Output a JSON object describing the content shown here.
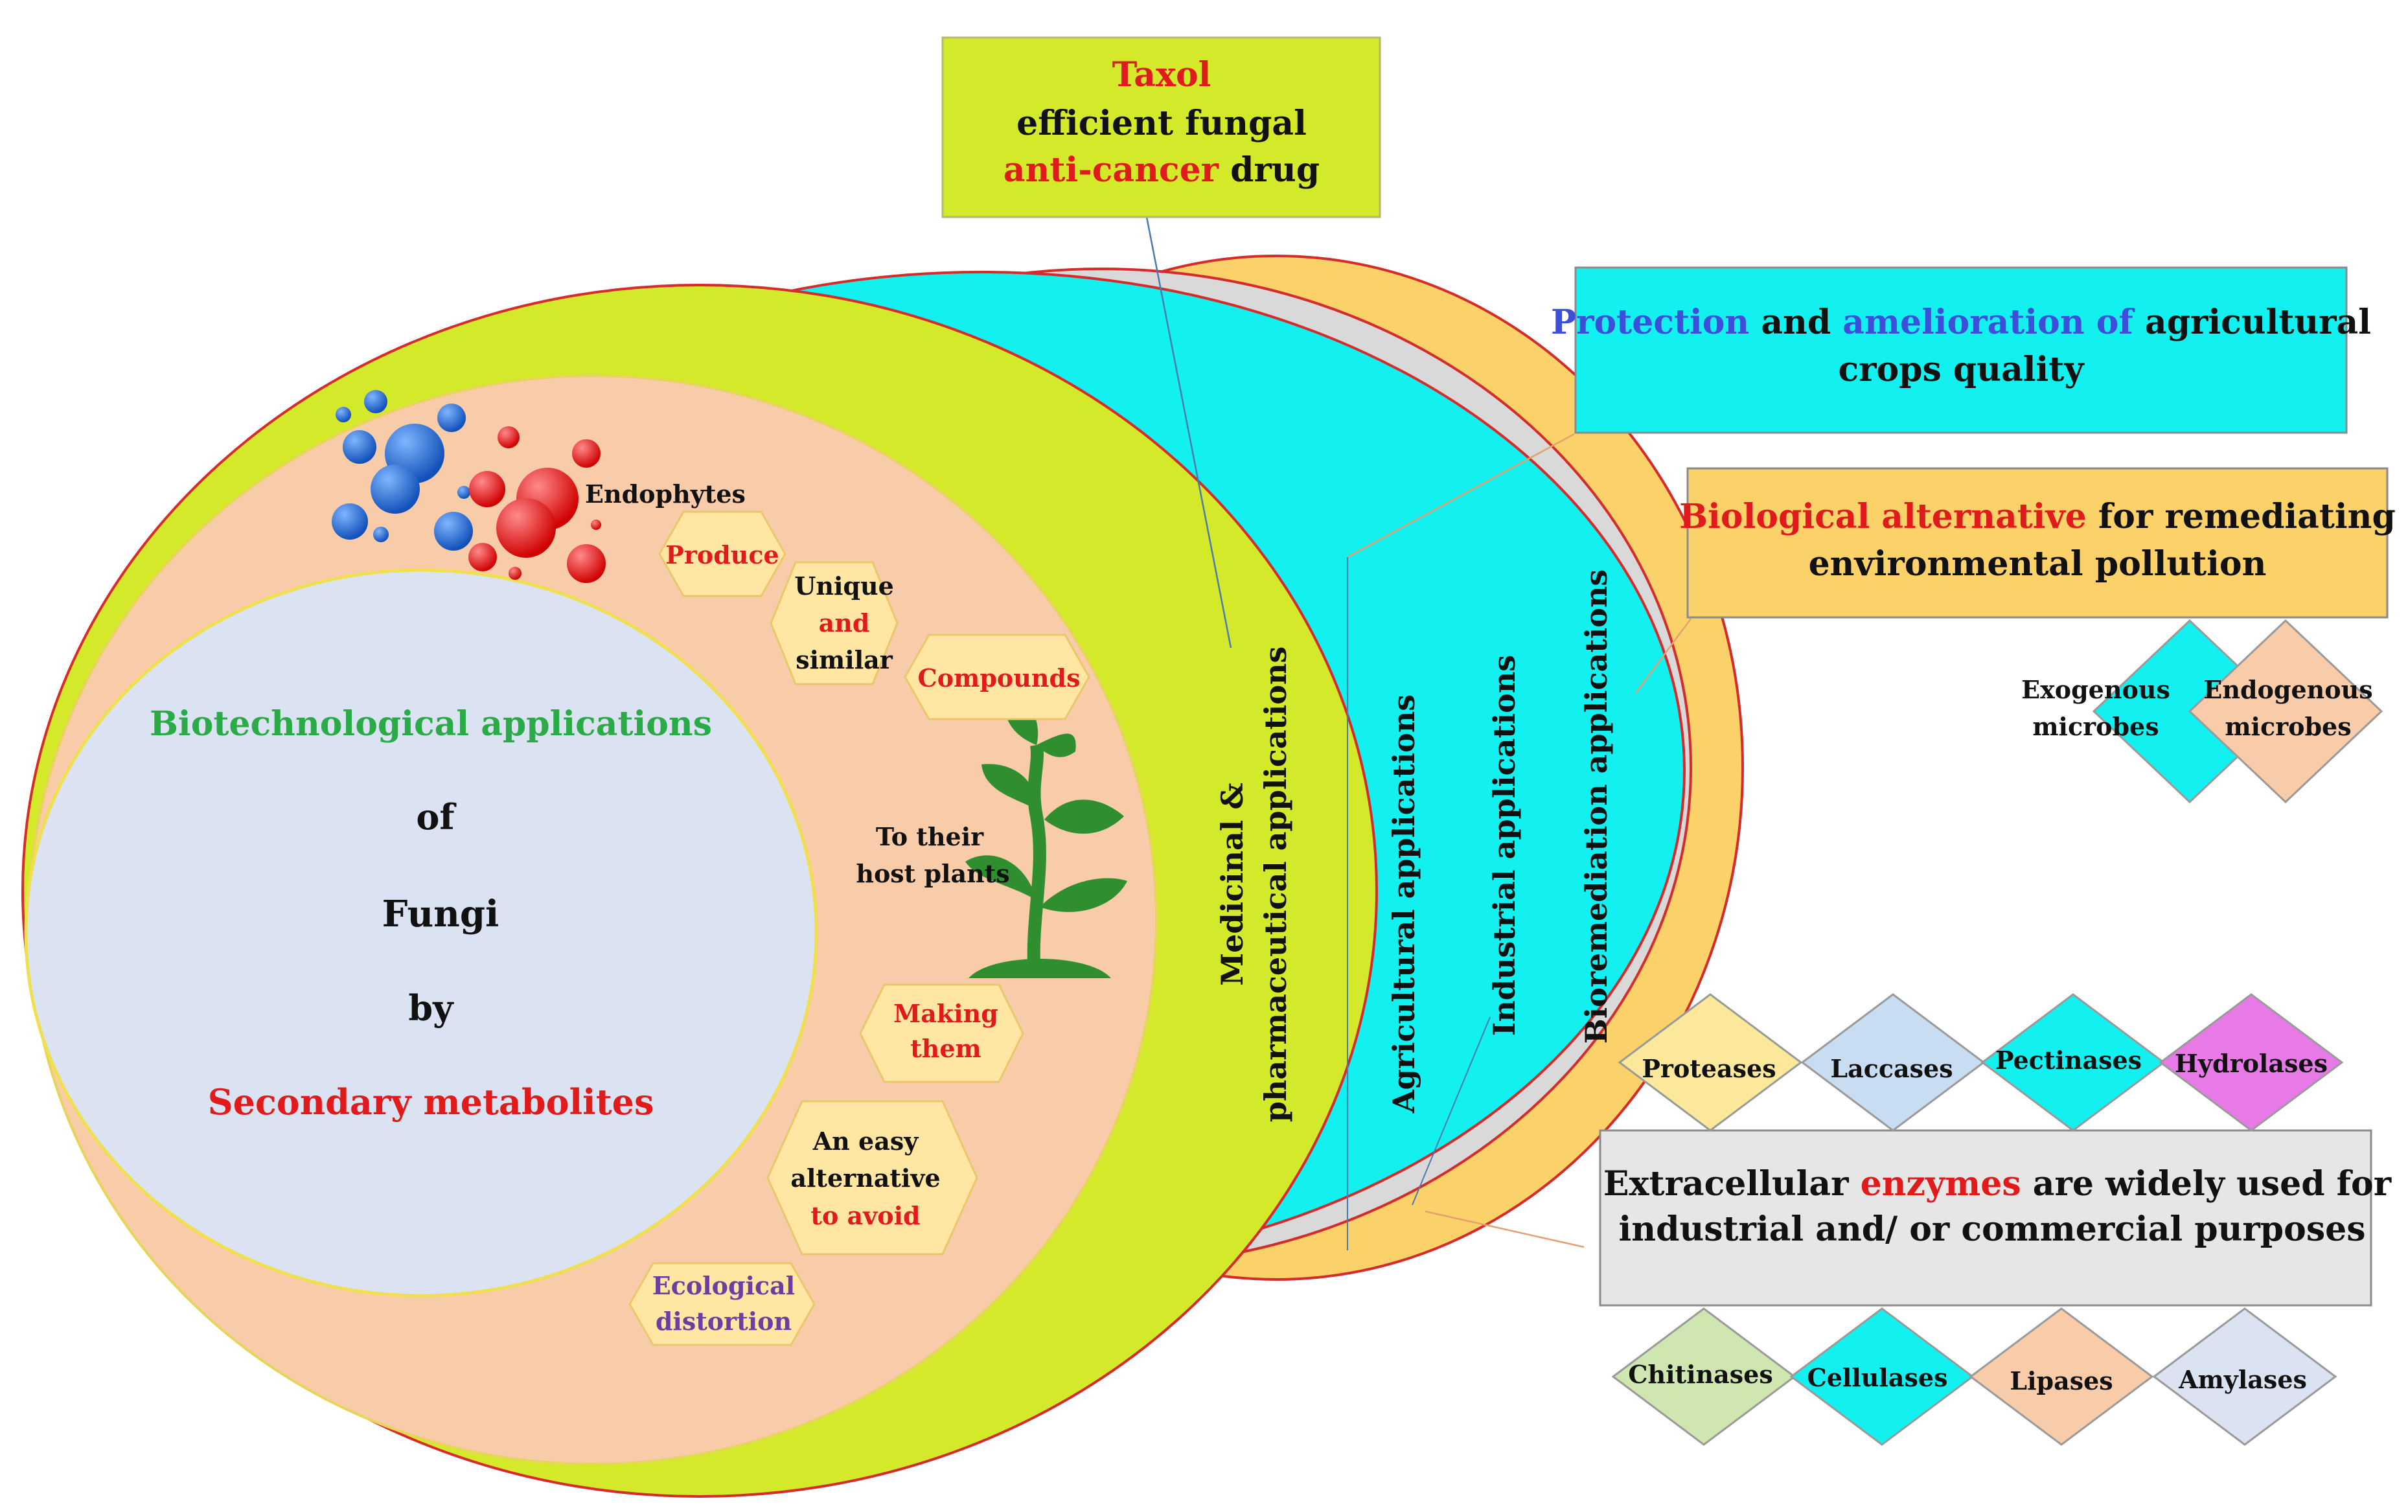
{
  "center": {
    "line1": "Biotechnological applications",
    "line2": "of",
    "line3": "Fungi",
    "line4": "by",
    "line5": "Secondary metabolites"
  },
  "endophytes_label": "Endophytes",
  "hexagons": {
    "produce": [
      "Produce"
    ],
    "unique": [
      "Unique",
      "and",
      "similar"
    ],
    "compounds": [
      "Compounds"
    ],
    "making": [
      "Making",
      "them"
    ],
    "easy": [
      "An easy",
      "alternative",
      "to avoid"
    ],
    "ecological": [
      "Ecological",
      "distortion"
    ]
  },
  "host_plants": [
    "To their",
    "host plants"
  ],
  "rings": {
    "medicinal": [
      "Medicinal &",
      "pharmaceutical applications"
    ],
    "agricultural": "Agricultural applications",
    "industrial": "Industrial applications",
    "bioremediation": "Bioremediation applications"
  },
  "boxes": {
    "taxol": {
      "line1": "Taxol",
      "line2": "efficient fungal",
      "line3a": "anti-cancer",
      "line3b": " drug"
    },
    "protection": {
      "a": "Protection",
      "b": " and ",
      "c": "amelioration of",
      "d": " agricultural",
      "line2": "crops quality"
    },
    "biological": {
      "a": "Biological alternative",
      "b": " for remediating",
      "line2": "environmental pollution"
    },
    "enzymes": {
      "a": "Extracellular ",
      "b": "enzymes",
      "c": " are widely used for",
      "line2": "industrial and/ or commercial purposes"
    }
  },
  "microbes": [
    [
      "Exogenous",
      "microbes"
    ],
    [
      "Endogenous",
      "microbes"
    ]
  ],
  "enzymes_top": [
    "Proteases",
    "Laccases",
    "Pectinases",
    "Hydrolases"
  ],
  "enzymes_bottom": [
    "Chitinases",
    "Cellulases",
    "Lipases",
    "Amylases"
  ],
  "colors": {
    "lime": "#d4e92a",
    "cyan": "#13f0f0",
    "orange": "#fbd16a",
    "grey": "#d9d9d9",
    "peach": "#f8cba9",
    "lavender": "#dbe3f2",
    "hex_fill": "#ffe6a3",
    "green_text": "#2bab47",
    "red_text": "#e01b1b",
    "blue_text": "#3d4fd8",
    "purple_text": "#6a3fa0",
    "border_red": "#d52b2b"
  }
}
